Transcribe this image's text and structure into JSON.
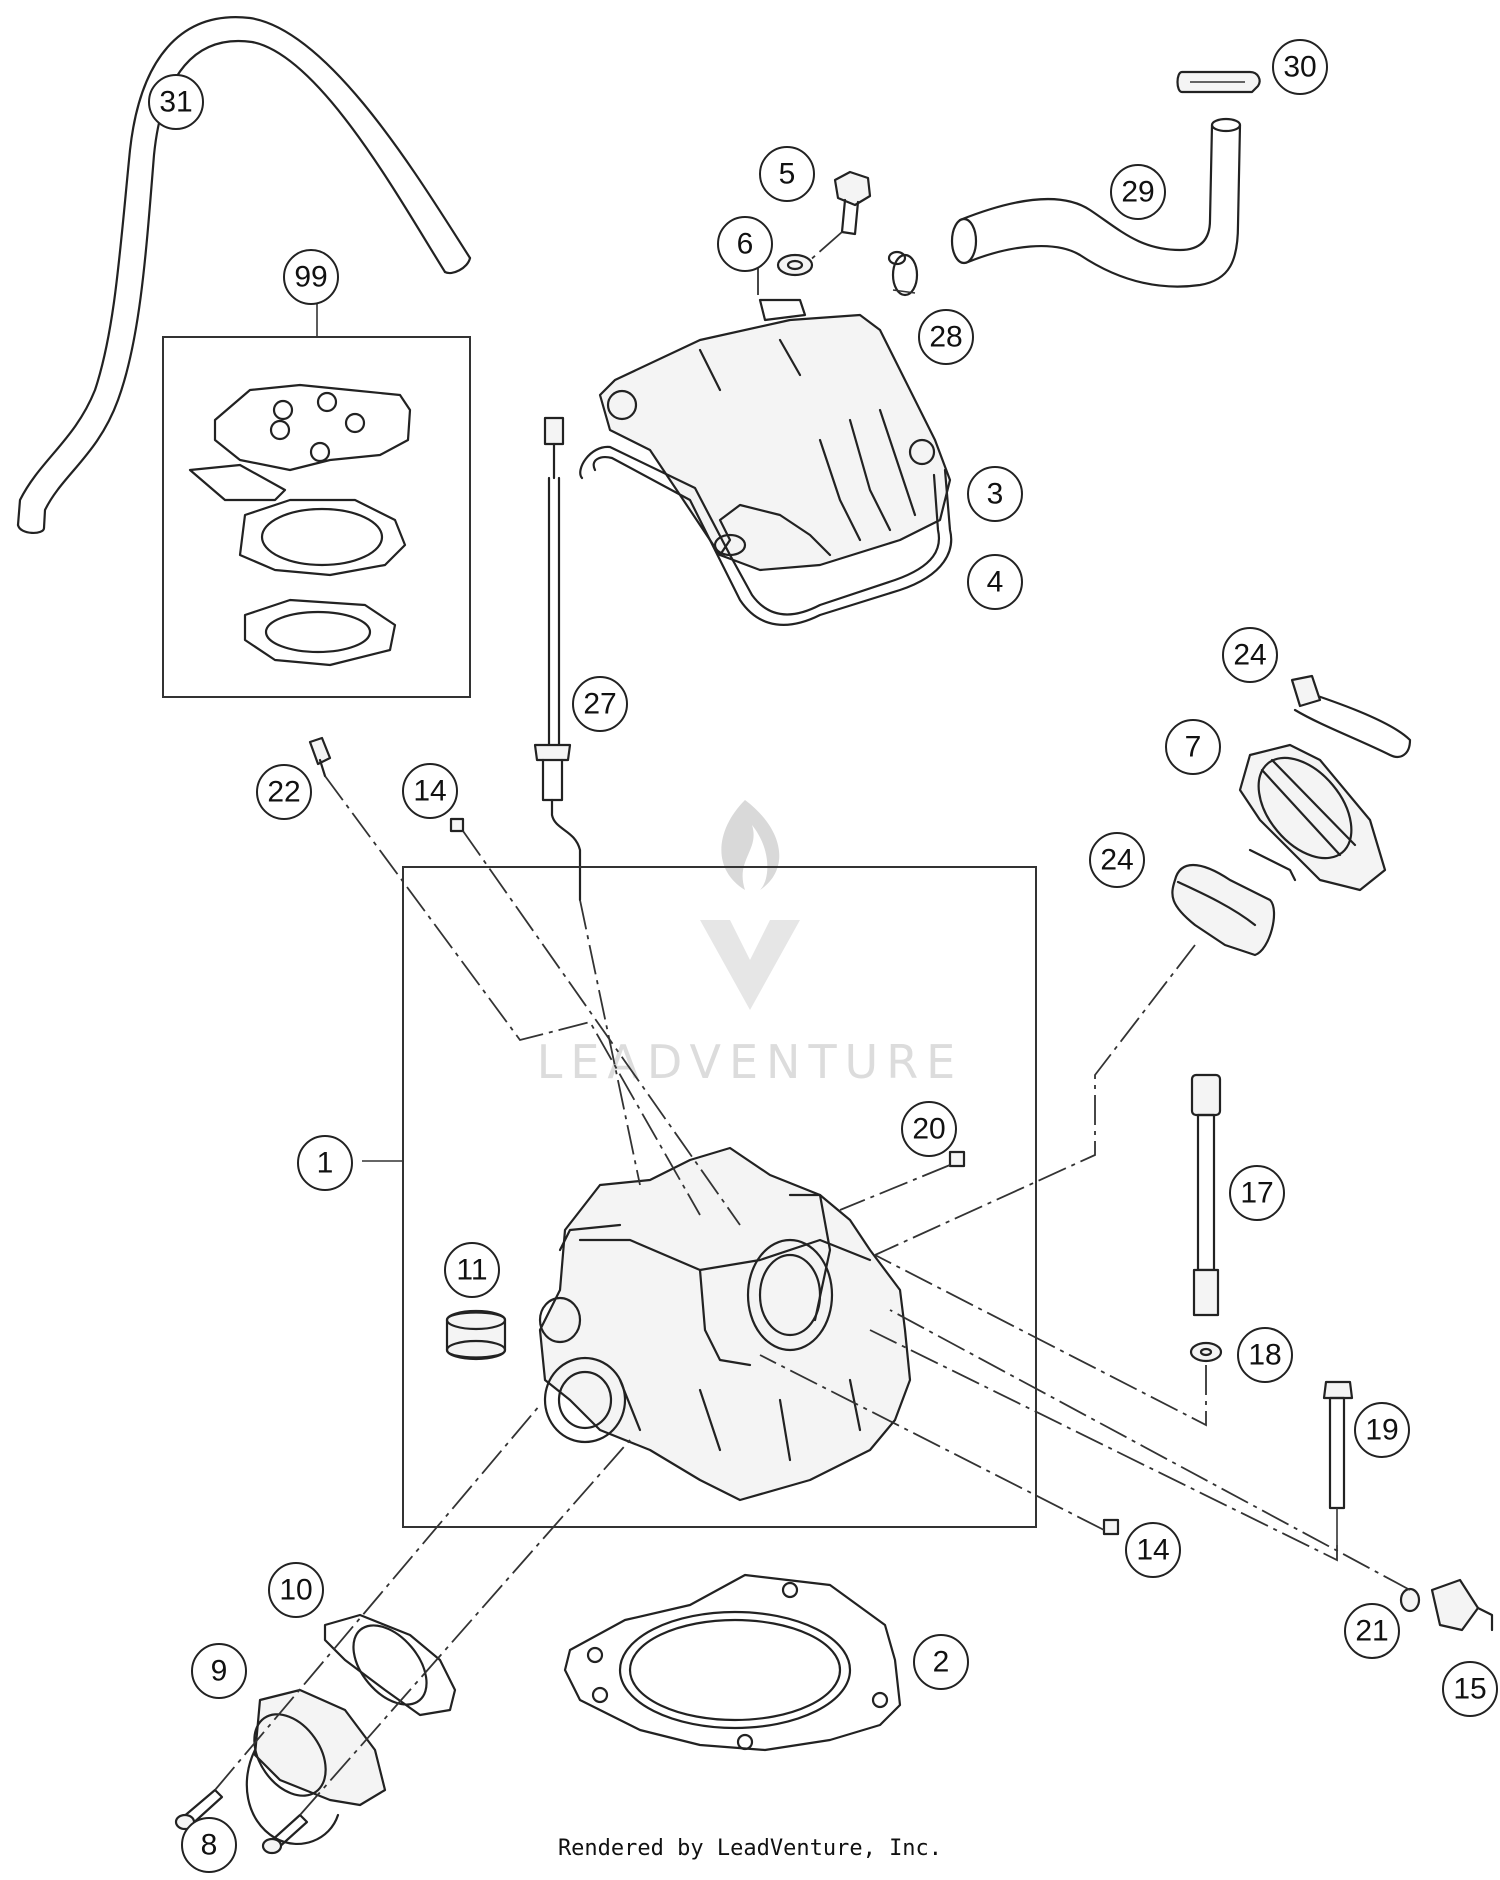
{
  "watermark": {
    "brand": "LEADVENTURE"
  },
  "footer": {
    "text": "Rendered by LeadVenture, Inc."
  },
  "callouts": {
    "c31": "31",
    "c30": "30",
    "c29": "29",
    "c28": "28",
    "c5": "5",
    "c6": "6",
    "c99": "99",
    "c3": "3",
    "c4": "4",
    "c27": "27",
    "c24a": "24",
    "c7": "7",
    "c22": "22",
    "c14a": "14",
    "c24b": "24",
    "c20": "20",
    "c1": "1",
    "c17": "17",
    "c11": "11",
    "c18": "18",
    "c19": "19",
    "c14b": "14",
    "c10": "10",
    "c2": "2",
    "c21": "21",
    "c9": "9",
    "c15": "15",
    "c8": "8"
  }
}
